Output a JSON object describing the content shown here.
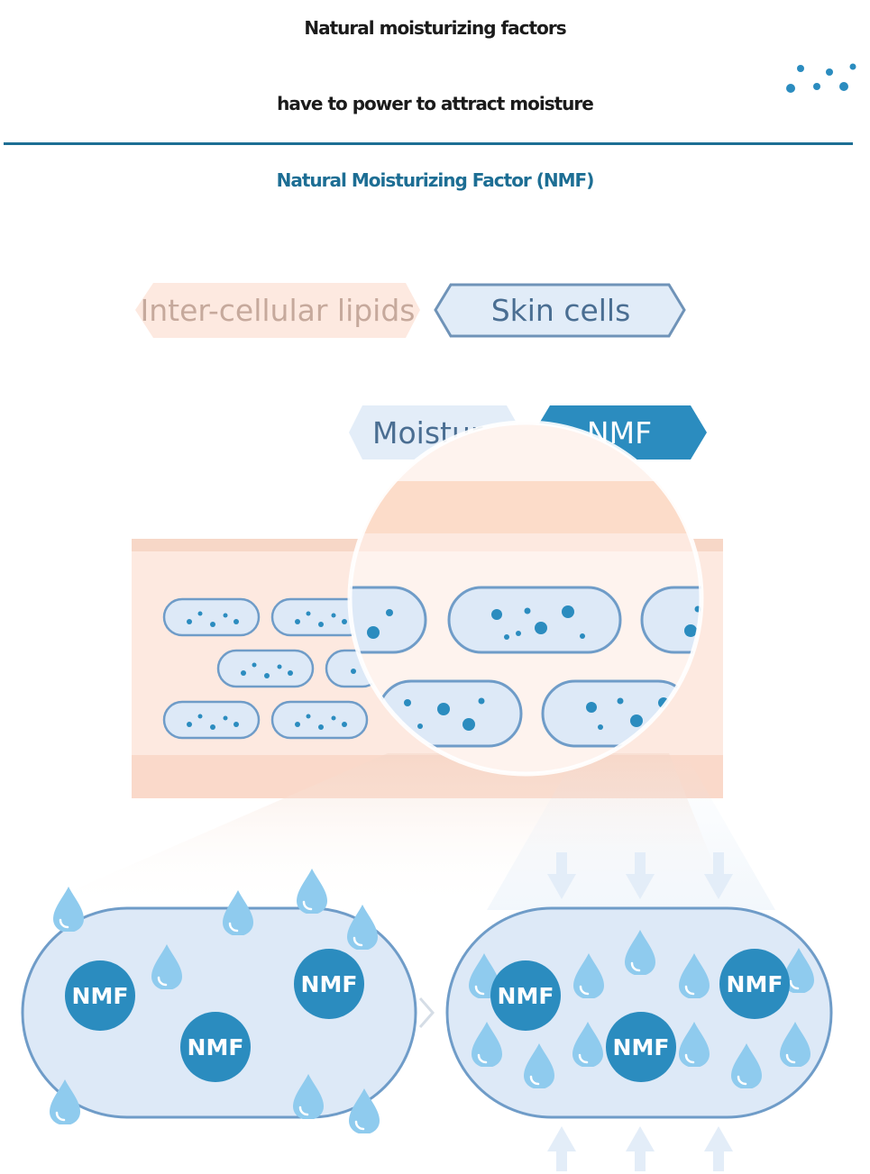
{
  "header": {
    "line1": "Natural moisturizing factors",
    "line2": "have to power to attract moisture",
    "subtitle": "Natural Moisturizing Factor (NMF)"
  },
  "legend": {
    "lipids": "Inter-cellular lipids",
    "cells": "Skin cells"
  },
  "callout": {
    "moisture": "Moisture",
    "nmf": "NMF"
  },
  "cell_left": {
    "nmf_labels": [
      "NMF",
      "NMF",
      "NMF"
    ]
  },
  "cell_right": {
    "nmf_labels": [
      "NMF",
      "NMF",
      "NMF"
    ]
  },
  "colors": {
    "accent": "#1d6e94",
    "nmf_blue": "#2b8cbf",
    "lipid_peach": "#fde6dc",
    "cell_fill": "#dde9f7",
    "cell_stroke": "#6f9cc8",
    "drop_blue": "#8fcbee"
  }
}
